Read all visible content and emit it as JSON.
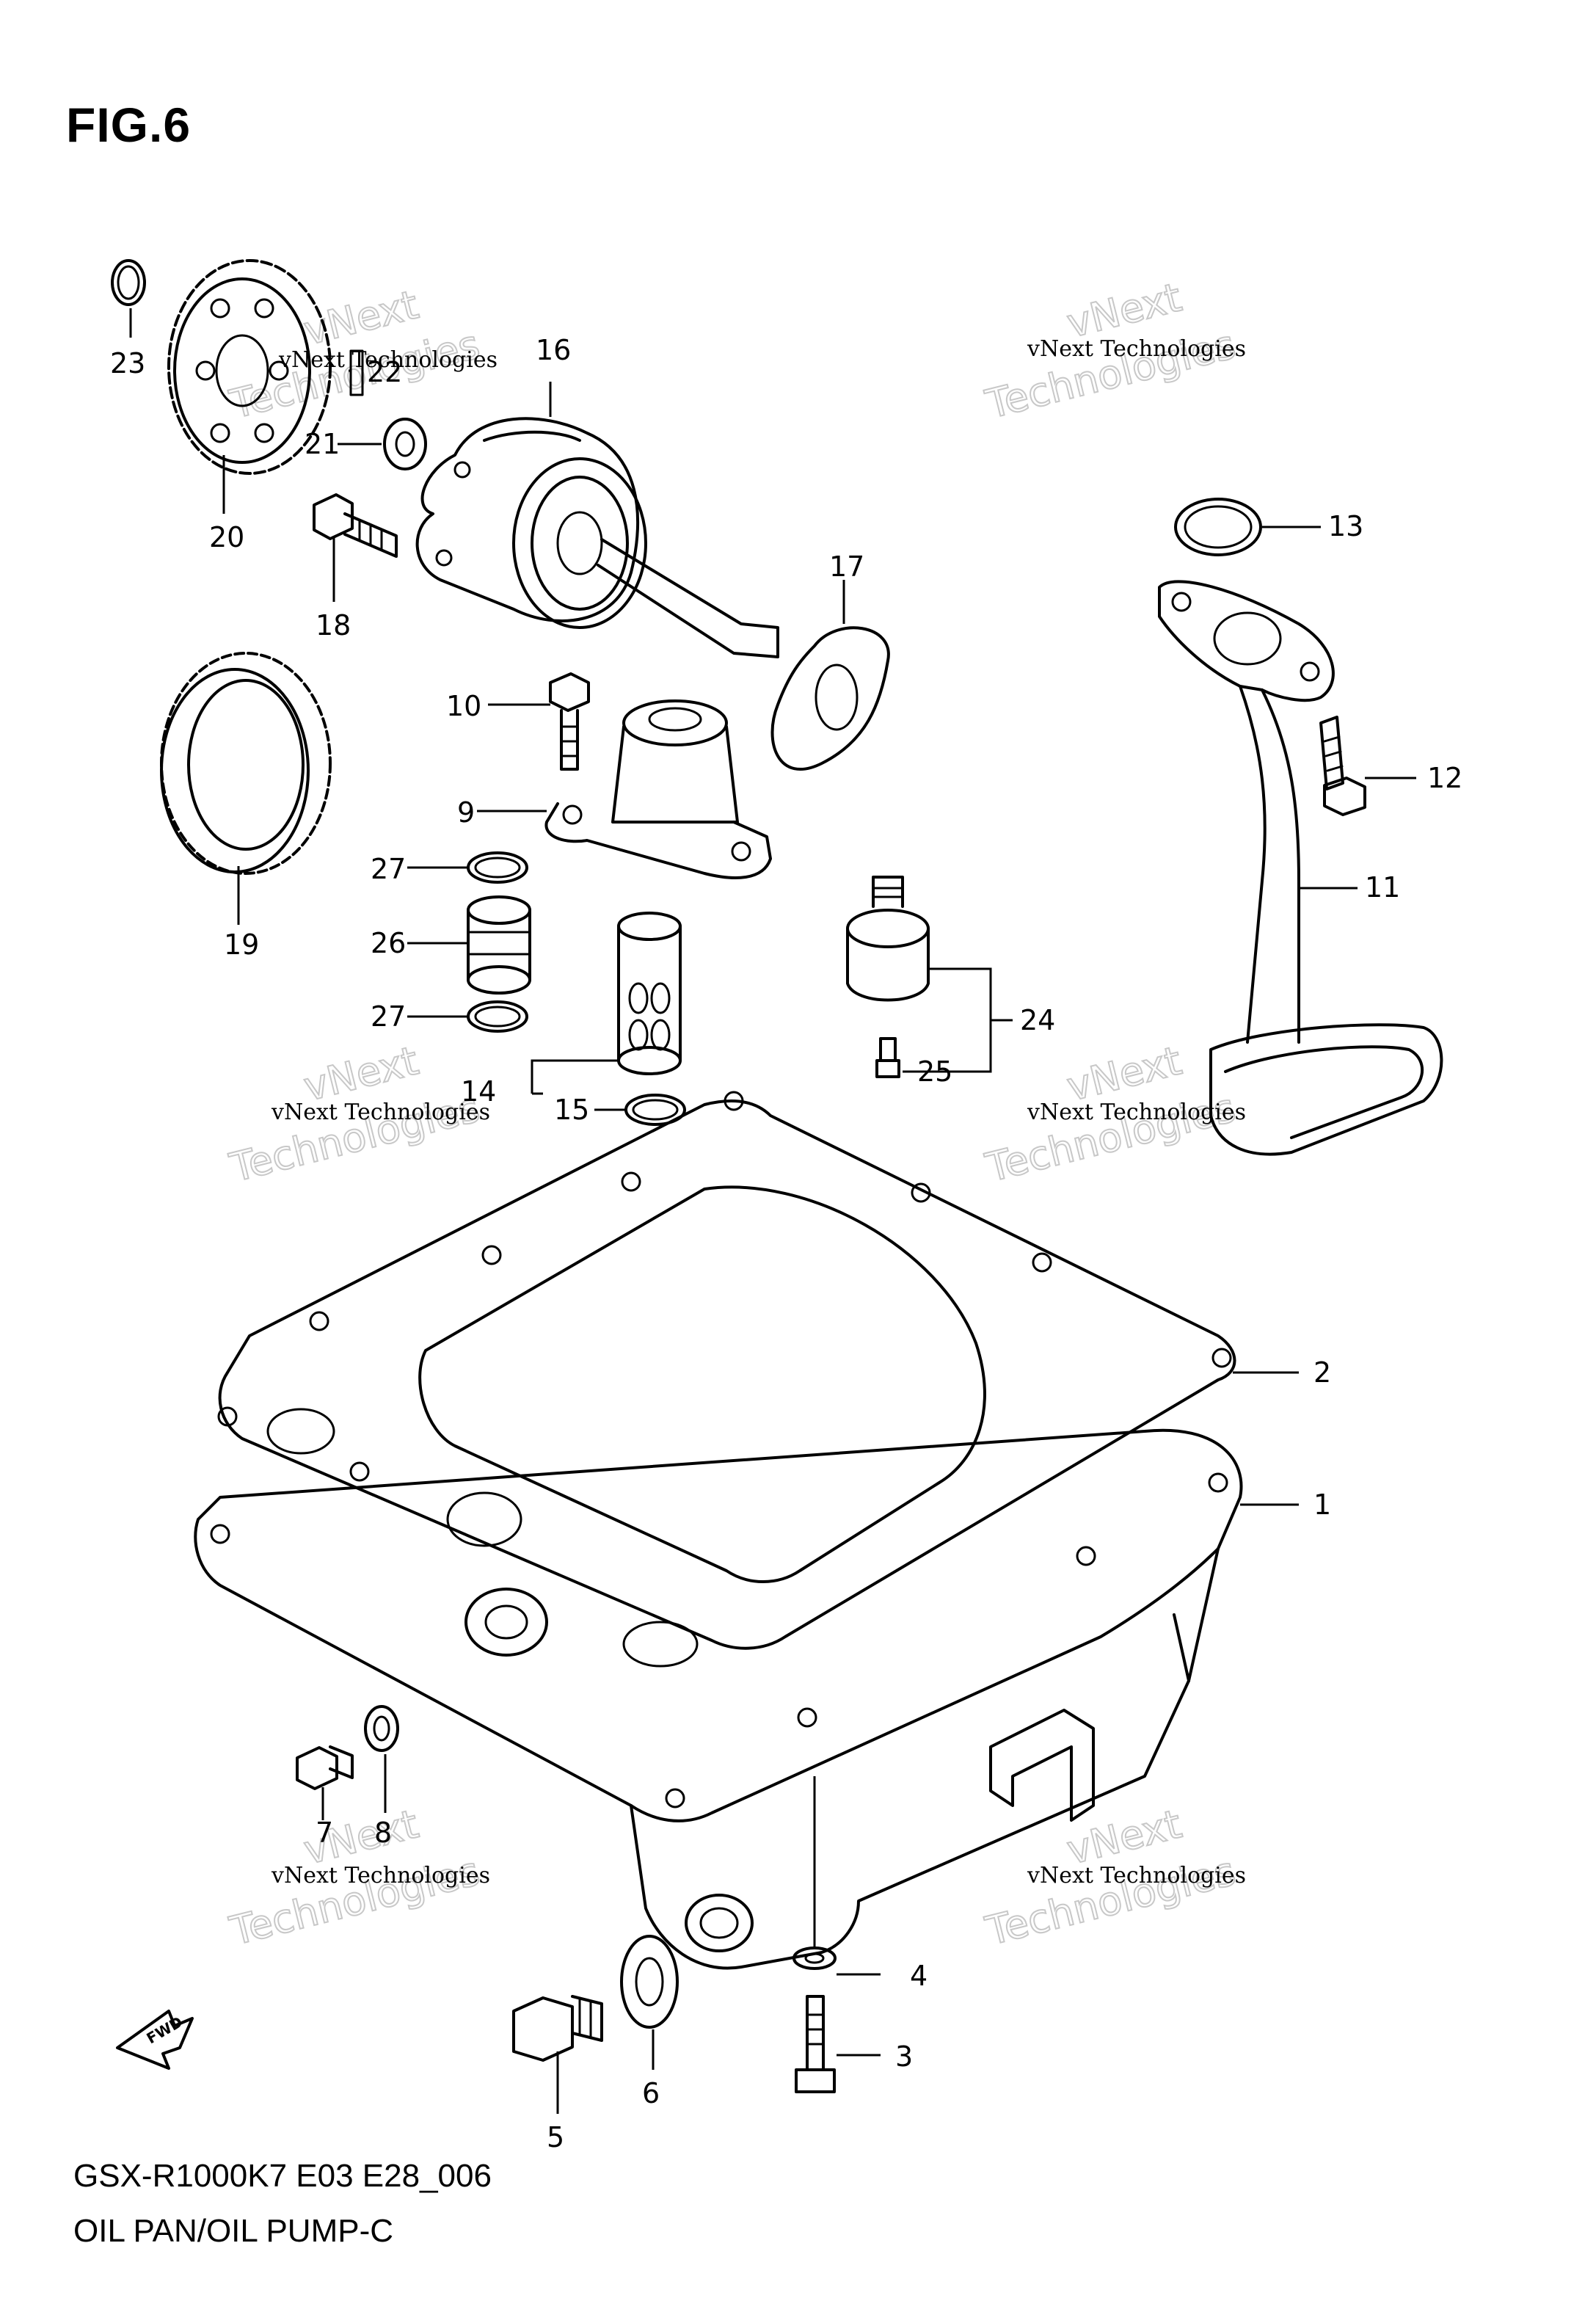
{
  "figure": {
    "title": "FIG.6"
  },
  "footer": {
    "code": "GSX-R1000K7 E03 E28_006",
    "name": "OIL PAN/OIL PUMP-C"
  },
  "fwd_arrow": {
    "label": "FWD"
  },
  "watermark": {
    "line1": "vNext Technologies",
    "line2a": "vNext",
    "line2b": "Technologies"
  },
  "callouts": [
    "1",
    "2",
    "3",
    "4",
    "5",
    "6",
    "7",
    "8",
    "9",
    "10",
    "11",
    "12",
    "13",
    "14",
    "15",
    "16",
    "17",
    "18",
    "19",
    "20",
    "21",
    "22",
    "23",
    "24",
    "25",
    "26",
    "27"
  ]
}
